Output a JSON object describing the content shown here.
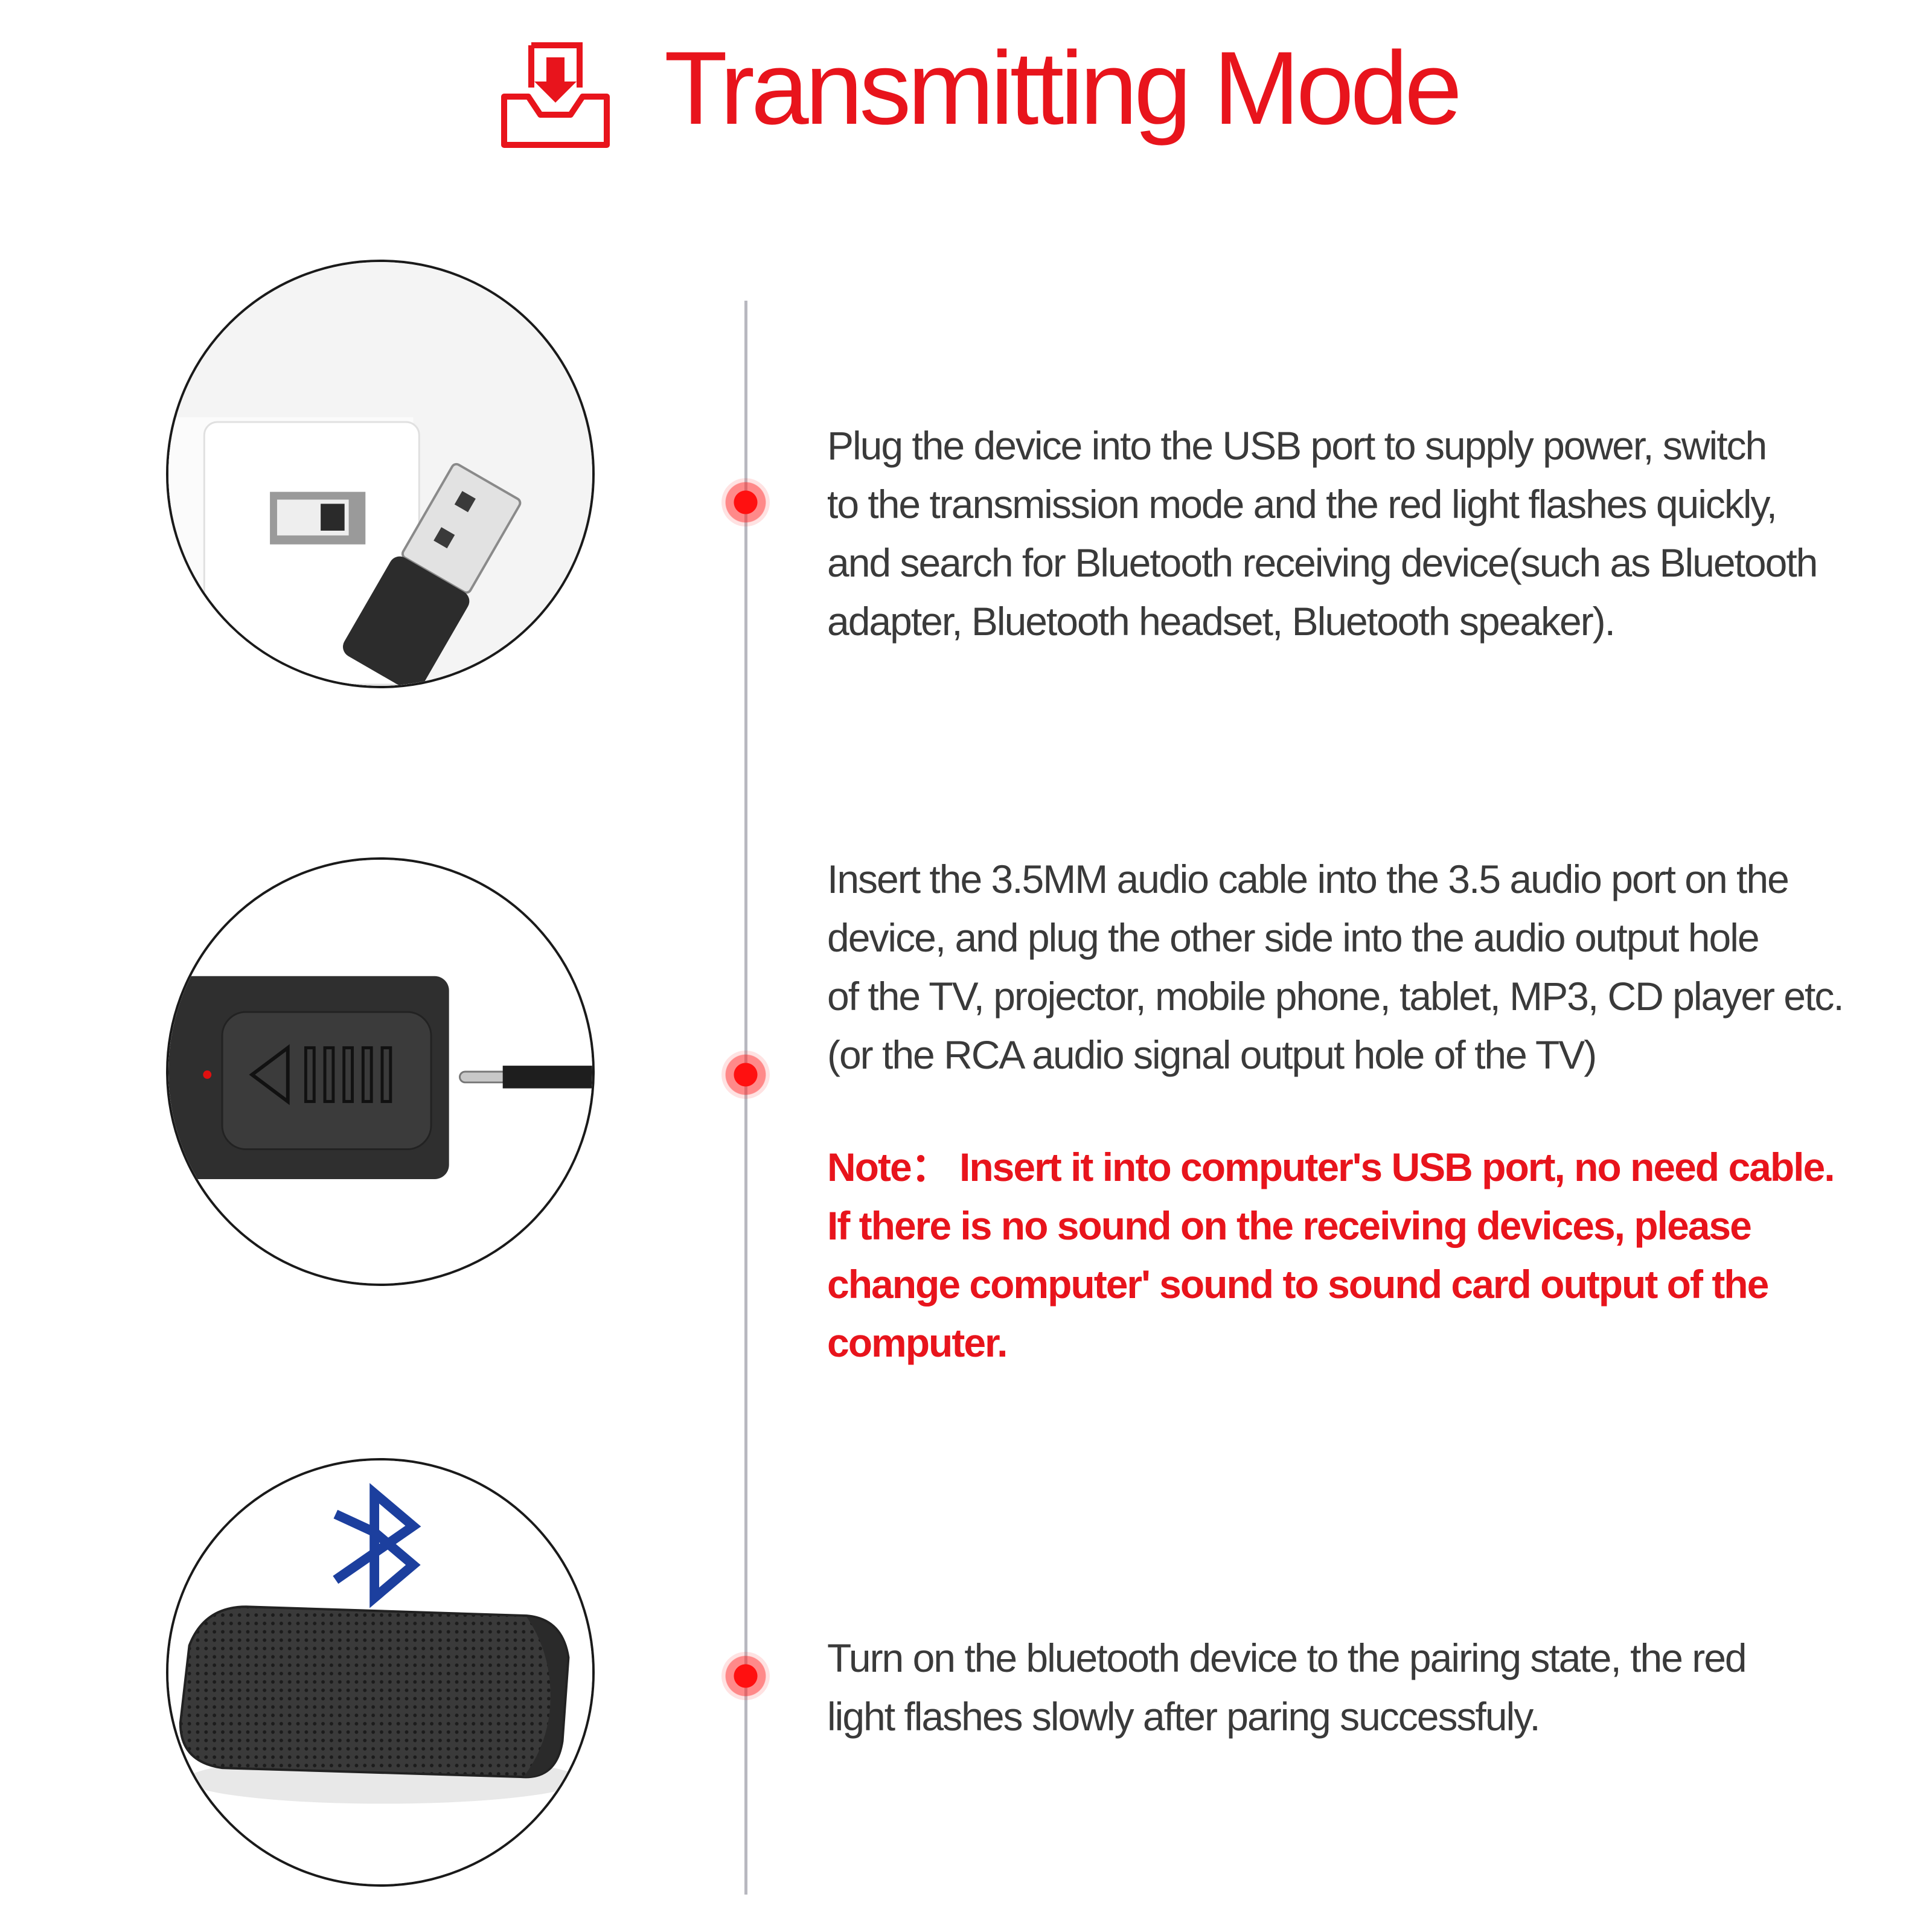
{
  "colors": {
    "accent": "#e8141c",
    "text": "#3a3a3a",
    "bluetooth": "#1c3f9e"
  },
  "header": {
    "title": "Transmitting Mode",
    "icon": "download-tray-icon"
  },
  "steps": [
    {
      "text": "Plug the device into the USB port to supply power, switch\nto the transmission mode and the red light flashes quickly,\nand search for Bluetooth receiving device(such as Bluetooth\n adapter, Bluetooth headset, Bluetooth speaker).",
      "image": "usb-adapter-plug-image"
    },
    {
      "text": "Insert the 3.5MM audio cable into the 3.5 audio port on the\ndevice, and plug the other side into the audio output hole\nof the TV, projector, mobile phone, tablet, MP3, CD player etc.\n (or the RCA audio signal output hole of the TV)",
      "image": "audio-cable-adapter-image"
    },
    {
      "text": "Turn on the bluetooth device to the pairing state, the red\nlight flashes slowly after paring successfuly.",
      "image": "bluetooth-speaker-image"
    }
  ],
  "note": "Note：  Insert it into computer's USB port, no need cable.\nIf there is no sound on the receiving devices, please\nchange computer' sound to sound card output of the\ncomputer."
}
